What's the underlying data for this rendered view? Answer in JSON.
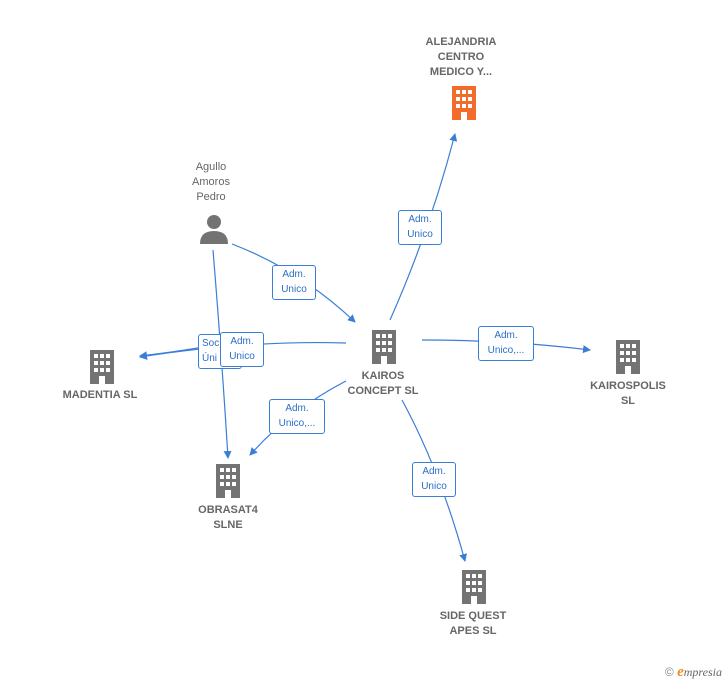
{
  "colors": {
    "edge": "#3a7fd5",
    "building": "#737373",
    "highlight_building": "#f26b2a",
    "person": "#737373"
  },
  "nodes": {
    "alejandria": {
      "label": "ALEJANDRIA\nCENTRO\nMEDICO Y...",
      "icon": "building-icon"
    },
    "agullo": {
      "label": "Agullo\nAmoros\nPedro",
      "icon": "person-icon"
    },
    "madentia": {
      "label": "MADENTIA  SL",
      "icon": "building-icon"
    },
    "kairos": {
      "label": "KAIROS\nCONCEPT  SL",
      "icon": "building-icon"
    },
    "kairospolis": {
      "label": "KAIROSPOLIS\nSL",
      "icon": "building-icon"
    },
    "obrasat4": {
      "label": "OBRASAT4\nSLNE",
      "icon": "building-icon"
    },
    "sidequest": {
      "label": "SIDE QUEST\nAPES  SL",
      "icon": "building-icon"
    }
  },
  "edges": {
    "agullo_kairos": "Adm.\nUnico",
    "kairos_alejandria": "Adm.\nUnico",
    "agullo_madentia_hidden": "Soc\nÚni",
    "kairos_madentia": "Adm.\nUnico",
    "kairos_kairospolis": "Adm.\nUnico,...",
    "kairos_obrasat4": "Adm.\nUnico,...",
    "kairos_sidequest": "Adm.\nUnico"
  },
  "footer": {
    "copyright": "©",
    "brand_initial": "e",
    "brand_rest": "mpresia"
  }
}
